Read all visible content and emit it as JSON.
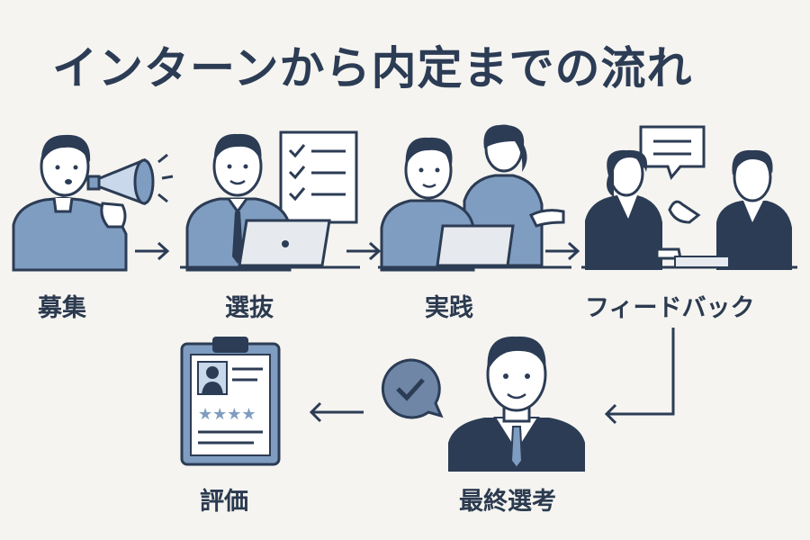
{
  "title": "インターンから内定までの流れ",
  "steps": [
    {
      "label": "募集"
    },
    {
      "label": "選抜"
    },
    {
      "label": "実践"
    },
    {
      "label": "フィードバック"
    },
    {
      "label": "最終選考"
    },
    {
      "label": "評価"
    }
  ],
  "colors": {
    "navy": "#2c3c55",
    "blue": "#7f9dc0",
    "light_blue": "#c9d8ea",
    "skin": "#ffffff",
    "background": "#f5f4f0"
  }
}
